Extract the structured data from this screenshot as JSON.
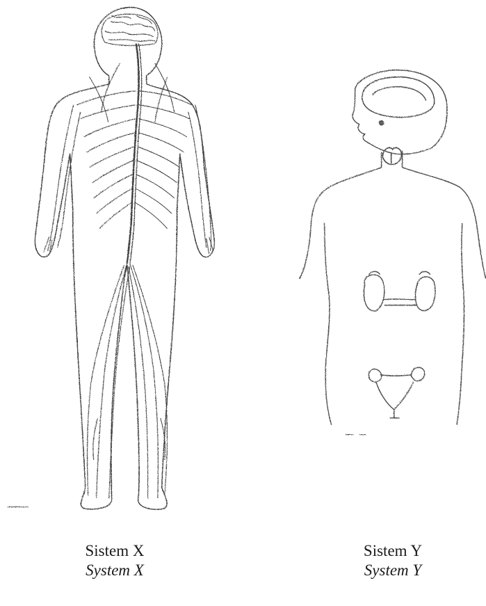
{
  "figures": [
    {
      "caption": "Sistem X",
      "caption_alt": "System X",
      "depicts": "nervous system"
    },
    {
      "caption": "Sistem Y",
      "caption_alt": "System Y",
      "depicts": "endocrine system"
    }
  ],
  "colors": {
    "line": "#333333",
    "paper": "#ffffff"
  }
}
